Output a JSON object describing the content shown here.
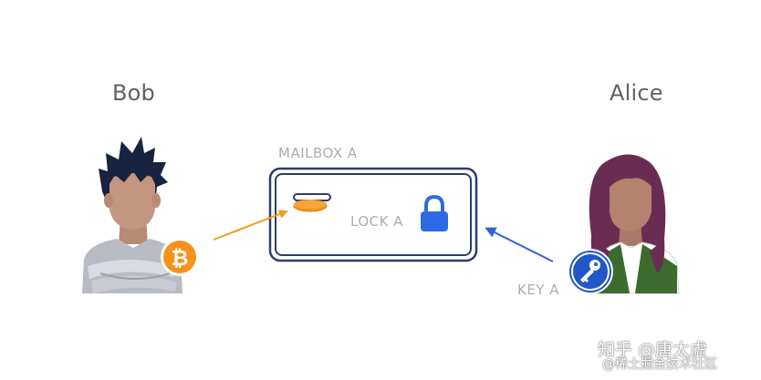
{
  "people": {
    "bob": {
      "name": "Bob"
    },
    "alice": {
      "name": "Alice"
    }
  },
  "mailbox": {
    "label": "MAILBOX A",
    "lock_label": "LOCK A"
  },
  "key": {
    "label": "KEY A"
  },
  "watermark": {
    "line1": "知乎 @唐太虚",
    "line2": "@稀土掘金技术社区"
  },
  "colors": {
    "bitcoin": "#f7931a",
    "arrow_bob": "#f39c1f",
    "arrow_alice": "#2f63d8",
    "mailbox_border": "#2c3e6e",
    "lock": "#2f6ae6",
    "key_circle": "#2257c9",
    "label_gray": "#a9adb1"
  },
  "icons": {
    "bitcoin_badge": "bitcoin-icon",
    "lock": "lock-icon",
    "key_badge": "key-icon",
    "coin_slot": "coin-slot-icon"
  }
}
